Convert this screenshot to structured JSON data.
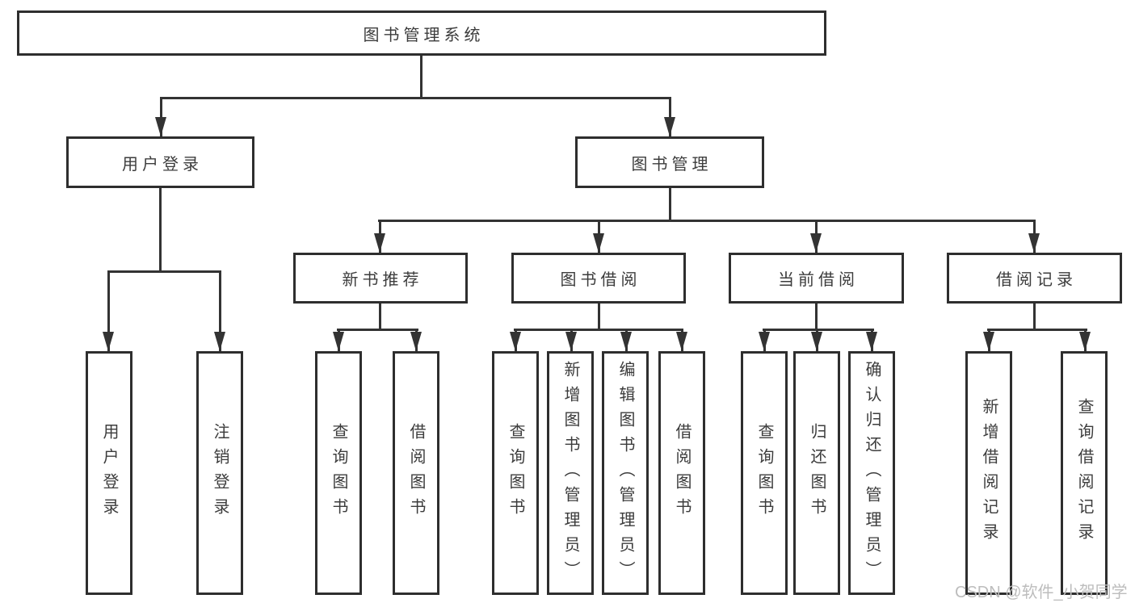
{
  "tree": {
    "root": "图书管理系统",
    "level2": [
      {
        "label": "用户登录",
        "children": [
          "用户登录",
          "注销登录"
        ]
      },
      {
        "label": "图书管理",
        "children": [
          {
            "label": "新书推荐",
            "children": [
              "查询图书",
              "借阅图书"
            ]
          },
          {
            "label": "图书借阅",
            "children": [
              "查询图书",
              "新增图书（管理员）",
              "编辑图书（管理员）",
              "借阅图书"
            ]
          },
          {
            "label": "当前借阅",
            "children": [
              "查询图书",
              "归还图书",
              "确认归还（管理员）"
            ]
          },
          {
            "label": "借阅记录",
            "children": [
              "新增借阅记录",
              "查询借阅记录"
            ]
          }
        ]
      }
    ]
  },
  "watermark": "CSDN @软件_小贺同学",
  "colors": {
    "line": "#333333",
    "box_border": "#2e2e2e",
    "text": "#3c3c3c",
    "watermark": "#bdbdbd",
    "background": "#ffffff"
  }
}
